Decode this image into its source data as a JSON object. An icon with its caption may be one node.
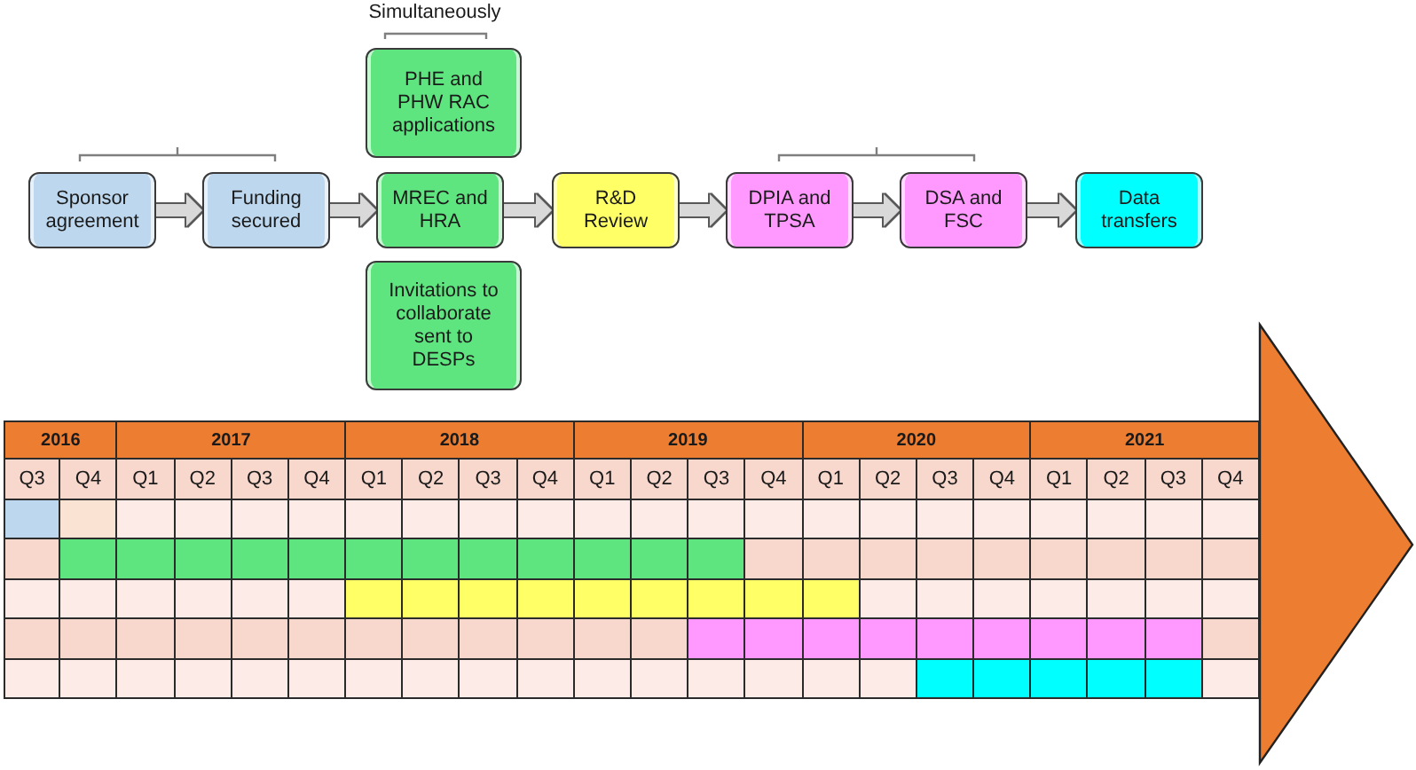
{
  "diagram": {
    "nodes": [
      {
        "text": [
          "Sponsor agreement"
        ]
      },
      {
        "text": [
          "Funding secured"
        ]
      },
      {
        "text": [
          "PHE and PHW RAC applications"
        ]
      },
      {
        "text": [
          "MREC and HRA"
        ]
      },
      {
        "text": [
          "Invitations to collaborate sent to DESPs"
        ]
      },
      {
        "text": [
          "R&D Review"
        ]
      },
      {
        "text": [
          "DPIA and TPSA"
        ]
      },
      {
        "text": [
          "DSA and FSC"
        ]
      },
      {
        "text": [
          "Data transfers"
        ]
      }
    ],
    "edges": [
      {
        "from": 0,
        "to": 1,
        "arrow": "to"
      },
      {
        "from": 1,
        "to": 3,
        "arrow": "to"
      },
      {
        "from": 3,
        "to": 5,
        "arrow": "to"
      },
      {
        "from": 5,
        "to": 6,
        "arrow": "to"
      },
      {
        "from": 6,
        "to": 7,
        "arrow": "to"
      },
      {
        "from": 7,
        "to": 8,
        "arrow": "to"
      }
    ],
    "labels": [
      "Simultaneously",
      "2016",
      "2017",
      "2018",
      "2019",
      "2020",
      "2021",
      "Q3",
      "Q4",
      "Q1",
      "Q2",
      "Q3",
      "Q4",
      "Q1",
      "Q2",
      "Q3",
      "Q4",
      "Q1",
      "Q2",
      "Q3",
      "Q4",
      "Q1",
      "Q2",
      "Q3",
      "Q4",
      "Q1",
      "Q2",
      "Q3",
      "Q4"
    ]
  }
}
